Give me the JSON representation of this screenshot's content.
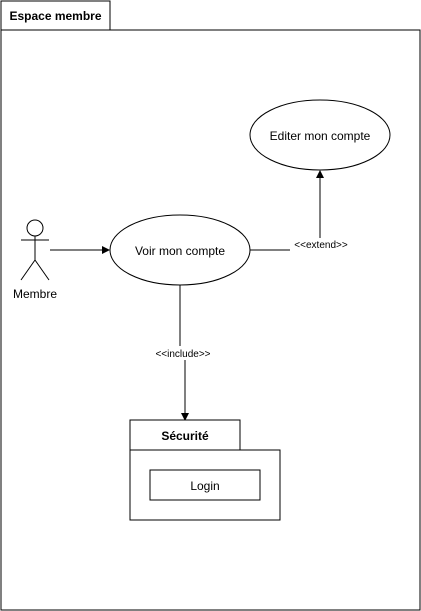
{
  "colors": {
    "stroke": "#000000",
    "background": "#ffffff",
    "text": "#000000"
  },
  "diagram": {
    "package_title": "Espace membre",
    "actor": {
      "label": "Membre",
      "icon": "stick-figure-actor-icon"
    },
    "use_cases": {
      "voir": "Voir mon compte",
      "editer": "Editer mon compte"
    },
    "relations": {
      "extend": "<<extend>>",
      "include": "<<include>>"
    },
    "subpackage": {
      "title": "Sécurité",
      "inner_box": "Login"
    }
  }
}
